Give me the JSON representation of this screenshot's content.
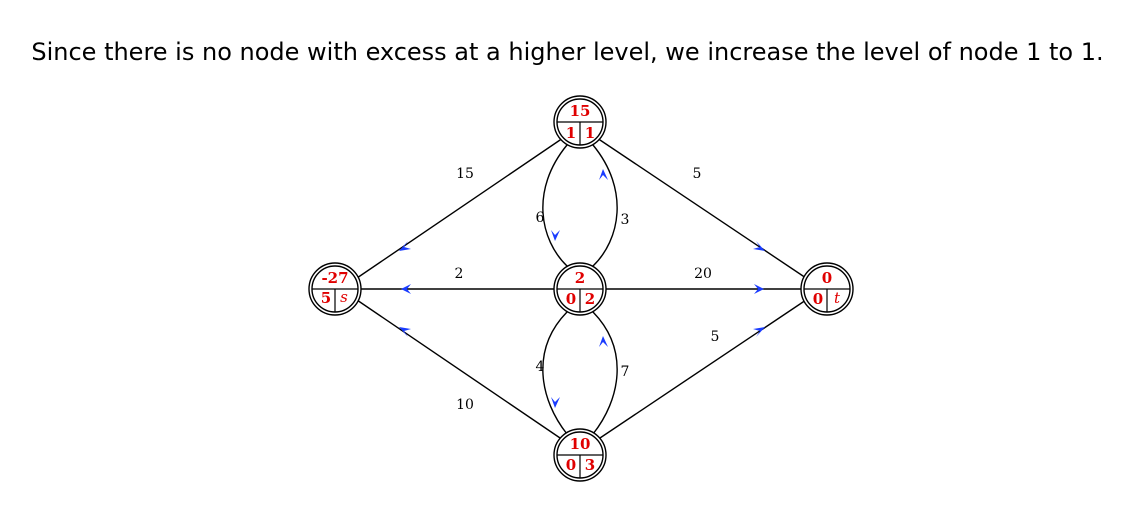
{
  "caption": "Since there is no node with excess at a higher level, we increase the level of node 1 to 1.",
  "colors": {
    "arrow": "#1a3cff",
    "node_text": "#e00000"
  },
  "nodes": {
    "s": {
      "excess": "-27",
      "level": "5",
      "label": "s"
    },
    "n1": {
      "excess": "15",
      "level": "1",
      "label": "1"
    },
    "n2": {
      "excess": "2",
      "level": "0",
      "label": "2"
    },
    "n3": {
      "excess": "10",
      "level": "0",
      "label": "3"
    },
    "t": {
      "excess": "0",
      "level": "0",
      "label": "t"
    }
  },
  "edges": {
    "n1_s": "15",
    "n1_t": "5",
    "n1_n2": "6",
    "n2_n1": "3",
    "n2_s": "2",
    "n2_t": "20",
    "n3_s": "10",
    "n3_t": "5",
    "n2_n3": "4",
    "n3_n2": "7"
  }
}
